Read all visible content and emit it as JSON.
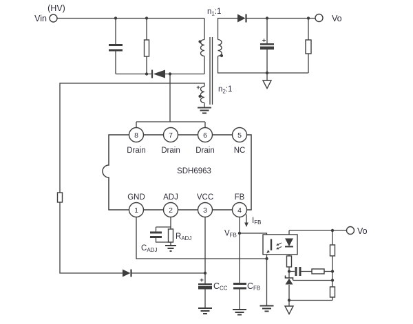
{
  "colors": {
    "line": "#3d3d3d",
    "text": "#2c2c38",
    "background": "#ffffff"
  },
  "terminals": {
    "vin": "Vin",
    "hv": "(HV)",
    "vo_top": "Vo",
    "vo_bottom": "Vo"
  },
  "transformer": {
    "n1": {
      "base": "n",
      "sub": "1",
      "suffix": ":1"
    },
    "n2": {
      "base": "n",
      "sub": "2",
      "suffix": ":1"
    }
  },
  "polarity_marks": {
    "aux_winding": "+",
    "output_cap": "+",
    "c_cc": "+"
  },
  "ic": {
    "part_number": "SDH6963",
    "pins_top": [
      {
        "num": "8",
        "name": "Drain"
      },
      {
        "num": "7",
        "name": "Drain"
      },
      {
        "num": "6",
        "name": "Drain"
      },
      {
        "num": "5",
        "name": "NC"
      }
    ],
    "pins_bottom": [
      {
        "num": "1",
        "name": "GND"
      },
      {
        "num": "2",
        "name": "ADJ"
      },
      {
        "num": "3",
        "name": "VCC"
      },
      {
        "num": "4",
        "name": "FB"
      }
    ]
  },
  "components": {
    "r_adj": {
      "base": "R",
      "sub": "ADJ"
    },
    "c_adj": {
      "base": "C",
      "sub": "ADJ"
    },
    "c_cc": {
      "base": "C",
      "sub": "CC"
    },
    "c_fb": {
      "base": "C",
      "sub": "FB"
    }
  },
  "signals": {
    "v_fb": {
      "base": "V",
      "sub": "FB"
    },
    "i_fb": {
      "base": "I",
      "sub": "FB"
    }
  }
}
